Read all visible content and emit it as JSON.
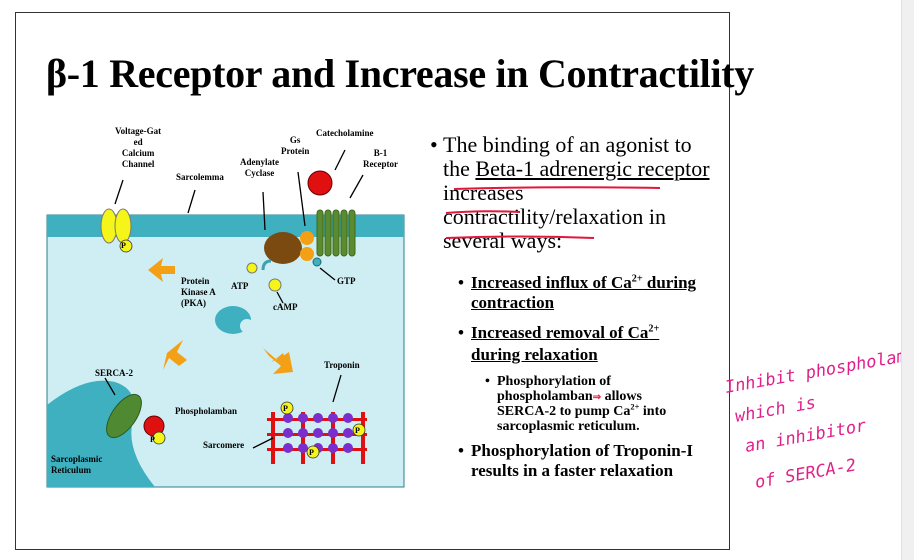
{
  "slide": {
    "title": "β-1 Receptor and Increase in Contractility",
    "diagram_labels": {
      "voltage_gated": "Voltage-Gat",
      "voltage_gated_2": "ed",
      "voltage_gated_3": "Calcium",
      "voltage_gated_4": "Channel",
      "sarcolemma": "Sarcolemma",
      "adenylate": "Adenylate",
      "cyclase": "Cyclase",
      "gs": "Gs",
      "protein": "Protein",
      "catecholamine": "Catecholamine",
      "b1": "B-1",
      "receptor": "Receptor",
      "p": "P",
      "protein_kinase": "Protein",
      "kinase_a": "Kinase A",
      "pka": "(PKA)",
      "atp": "ATP",
      "camp": "cAMP",
      "gtp": "GTP",
      "serca2": "SERCA-2",
      "troponin": "Troponin",
      "phospholamban": "Phospholamban",
      "sarcomere": "Sarcomere",
      "sarcoplasmic": "Sarcoplasmic",
      "reticulum": "Reticulum"
    },
    "bullet1_line1": "The binding of an agonist to",
    "bullet1_line2a": "the ",
    "bullet1_line2b": "Beta-1 adrenergic receptor",
    "bullet1_line3": "increases",
    "bullet1_line4": "contractility/relaxation in",
    "bullet1_line5": "several ways:",
    "sub1_line1a": "Increased influx of Ca",
    "sub1_sup": "2+",
    "sub1_line1b": " during",
    "sub1_line2": "contraction",
    "sub2_line1a": "Increased removal of Ca",
    "sub2_sup": "2+",
    "sub2_line2": "during relaxation",
    "subsub_line1": "Phosphorylation of",
    "subsub_line2a": "phospholamban",
    "subsub_line2b": " allows",
    "subsub_line3a": "SERCA-2 to pump Ca",
    "subsub_sup": "2+",
    "subsub_line3b": " into",
    "subsub_line4": "sarcoplasmic reticulum.",
    "sub3_line1": "Phosphorylation of Troponin-I",
    "sub3_line2": "results in a faster relaxation"
  },
  "handwritten_note": {
    "line1": "Inhibit phospholamb",
    "line2": "which is",
    "line3": "an inhibitor",
    "line4": "of SERCA-2"
  },
  "colors": {
    "membrane": "#3fb0c0",
    "cytoplasm": "#cfeef3",
    "annotation_red": "#e0183c",
    "note_magenta": "#e0208a"
  }
}
